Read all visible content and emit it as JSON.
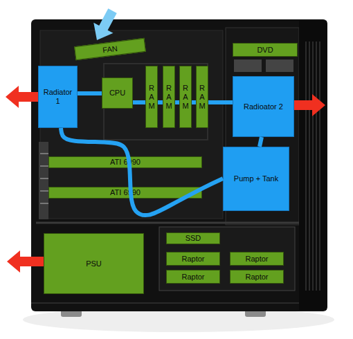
{
  "diagram": {
    "nodes": [
      {
        "text": [
          "FAN"
        ]
      },
      {
        "text": [
          "DVD"
        ]
      },
      {
        "text": [
          "Radiator 1"
        ]
      },
      {
        "text": [
          "CPU"
        ]
      },
      {
        "text": [
          "RAM"
        ]
      },
      {
        "text": [
          "RAM"
        ]
      },
      {
        "text": [
          "RAM"
        ]
      },
      {
        "text": [
          "RAM"
        ]
      },
      {
        "text": [
          "Radioator 2"
        ]
      },
      {
        "text": [
          "Pump + Tank"
        ]
      },
      {
        "text": [
          "ATI 6990"
        ]
      },
      {
        "text": [
          "ATI 6990"
        ]
      },
      {
        "text": [
          "PSU"
        ]
      },
      {
        "text": [
          "SSD"
        ]
      },
      {
        "text": [
          "Raptor"
        ]
      },
      {
        "text": [
          "Raptor"
        ]
      },
      {
        "text": [
          "Raptor"
        ]
      },
      {
        "text": [
          "Raptor"
        ]
      }
    ],
    "edges": [
      {
        "from": 2,
        "to": 3,
        "arrow": "none"
      },
      {
        "from": 3,
        "to": 4,
        "arrow": "none"
      },
      {
        "from": 4,
        "to": 5,
        "arrow": "none"
      },
      {
        "from": 5,
        "to": 6,
        "arrow": "none"
      },
      {
        "from": 6,
        "to": 7,
        "arrow": "none"
      },
      {
        "from": 7,
        "to": 8,
        "arrow": "none"
      },
      {
        "from": 8,
        "to": 9,
        "arrow": "none"
      },
      {
        "from": 9,
        "to": 2,
        "arrow": "none"
      }
    ]
  }
}
